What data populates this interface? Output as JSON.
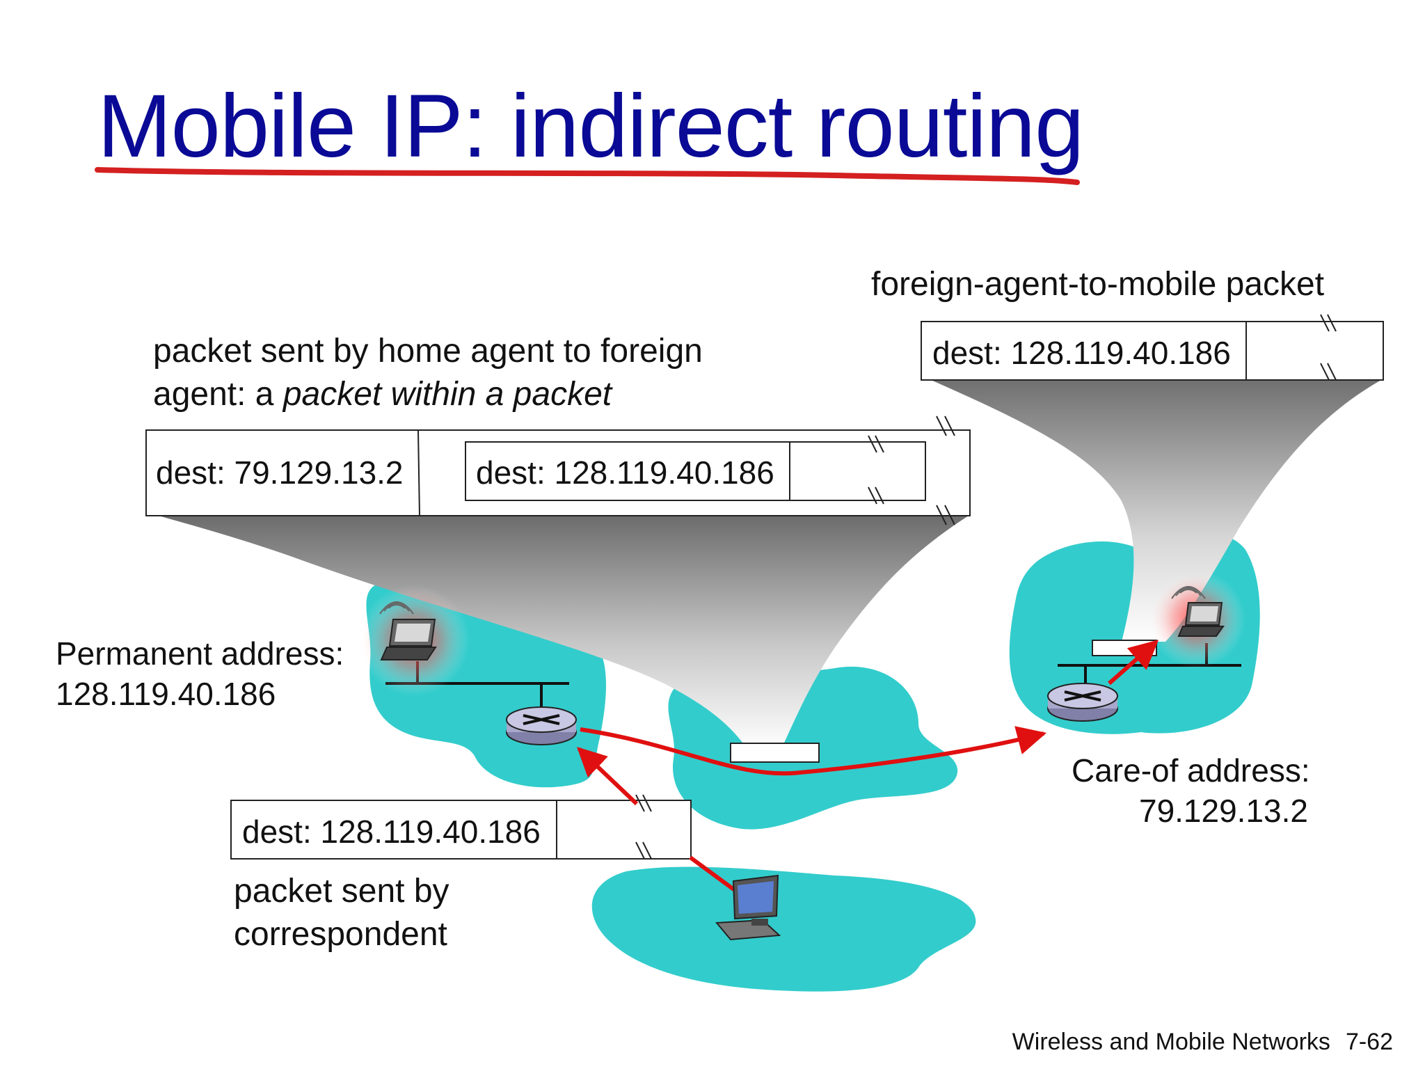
{
  "slide": {
    "title": "Mobile IP: indirect routing",
    "footer": {
      "section": "Wireless and Mobile Networks",
      "page": "7-62"
    }
  },
  "labels": {
    "fa_to_mobile": "foreign-agent-to-mobile packet",
    "ha_to_fa_line1": "packet sent by home agent to foreign",
    "ha_to_fa_line2_prefix": "agent: a ",
    "ha_to_fa_line2_em": "packet within a packet",
    "permanent_title": "Permanent address:",
    "permanent_addr": "128.119.40.186",
    "careof_title": "Care-of address:",
    "careof_addr": "79.129.13.2",
    "correspondent_line1": "packet sent by",
    "correspondent_line2": "correspondent"
  },
  "packets": {
    "fa_to_mobile_dest": "dest: 128.119.40.186",
    "outer_dest": "dest: 79.129.13.2",
    "inner_dest": "dest: 128.119.40.186",
    "correspondent_dest": "dest: 128.119.40.186"
  },
  "colors": {
    "title": "#0a0a96",
    "underline": "#d42020",
    "network": "#33cccc",
    "arrow": "#e01010",
    "funnel_dark": "#6f6f6f"
  },
  "icons": [
    "laptop-icon",
    "router-icon",
    "desktop-computer-icon",
    "wireless-signal-icon"
  ]
}
